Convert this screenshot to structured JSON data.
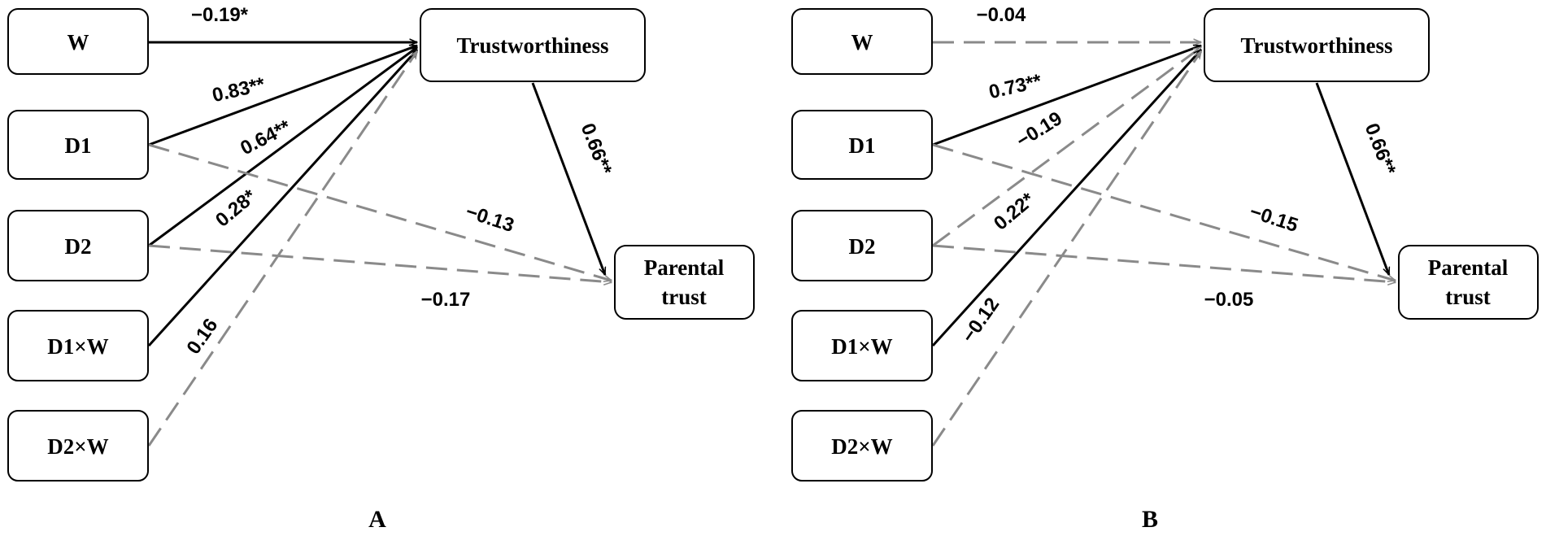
{
  "colors": {
    "significant": "#000000",
    "nonsignificant": "#8a8a8a"
  },
  "panels": [
    {
      "label": "A",
      "nodes": {
        "W": "W",
        "D1": "D1",
        "D2": "D2",
        "D1W": "D1×W",
        "D2W": "D2×W",
        "T": "Trustworthiness",
        "P1": "Parental",
        "P2": "trust"
      },
      "paths": [
        {
          "from": "W",
          "to": "T",
          "coef": "−0.19*",
          "significant": true
        },
        {
          "from": "D1",
          "to": "T",
          "coef": "0.83**",
          "significant": true
        },
        {
          "from": "D2",
          "to": "T",
          "coef": "0.64**",
          "significant": true
        },
        {
          "from": "D1W",
          "to": "T",
          "coef": "0.28*",
          "significant": true
        },
        {
          "from": "D2W",
          "to": "T",
          "coef": "0.16",
          "significant": false
        },
        {
          "from": "D1",
          "to": "P",
          "coef": "−0.13",
          "significant": false
        },
        {
          "from": "D2",
          "to": "P",
          "coef": "−0.17",
          "significant": false
        },
        {
          "from": "T",
          "to": "P",
          "coef": "0.66**",
          "significant": true
        }
      ]
    },
    {
      "label": "B",
      "nodes": {
        "W": "W",
        "D1": "D1",
        "D2": "D2",
        "D1W": "D1×W",
        "D2W": "D2×W",
        "T": "Trustworthiness",
        "P1": "Parental",
        "P2": "trust"
      },
      "paths": [
        {
          "from": "W",
          "to": "T",
          "coef": "−0.04",
          "significant": false
        },
        {
          "from": "D1",
          "to": "T",
          "coef": "0.73**",
          "significant": true
        },
        {
          "from": "D2",
          "to": "T",
          "coef": "−0.19",
          "significant": false
        },
        {
          "from": "D1W",
          "to": "T",
          "coef": "0.22*",
          "significant": true
        },
        {
          "from": "D2W",
          "to": "T",
          "coef": "−0.12",
          "significant": false
        },
        {
          "from": "D1",
          "to": "P",
          "coef": "−0.15",
          "significant": false
        },
        {
          "from": "D2",
          "to": "P",
          "coef": "−0.05",
          "significant": false
        },
        {
          "from": "T",
          "to": "P",
          "coef": "0.66**",
          "significant": true
        }
      ]
    }
  ]
}
